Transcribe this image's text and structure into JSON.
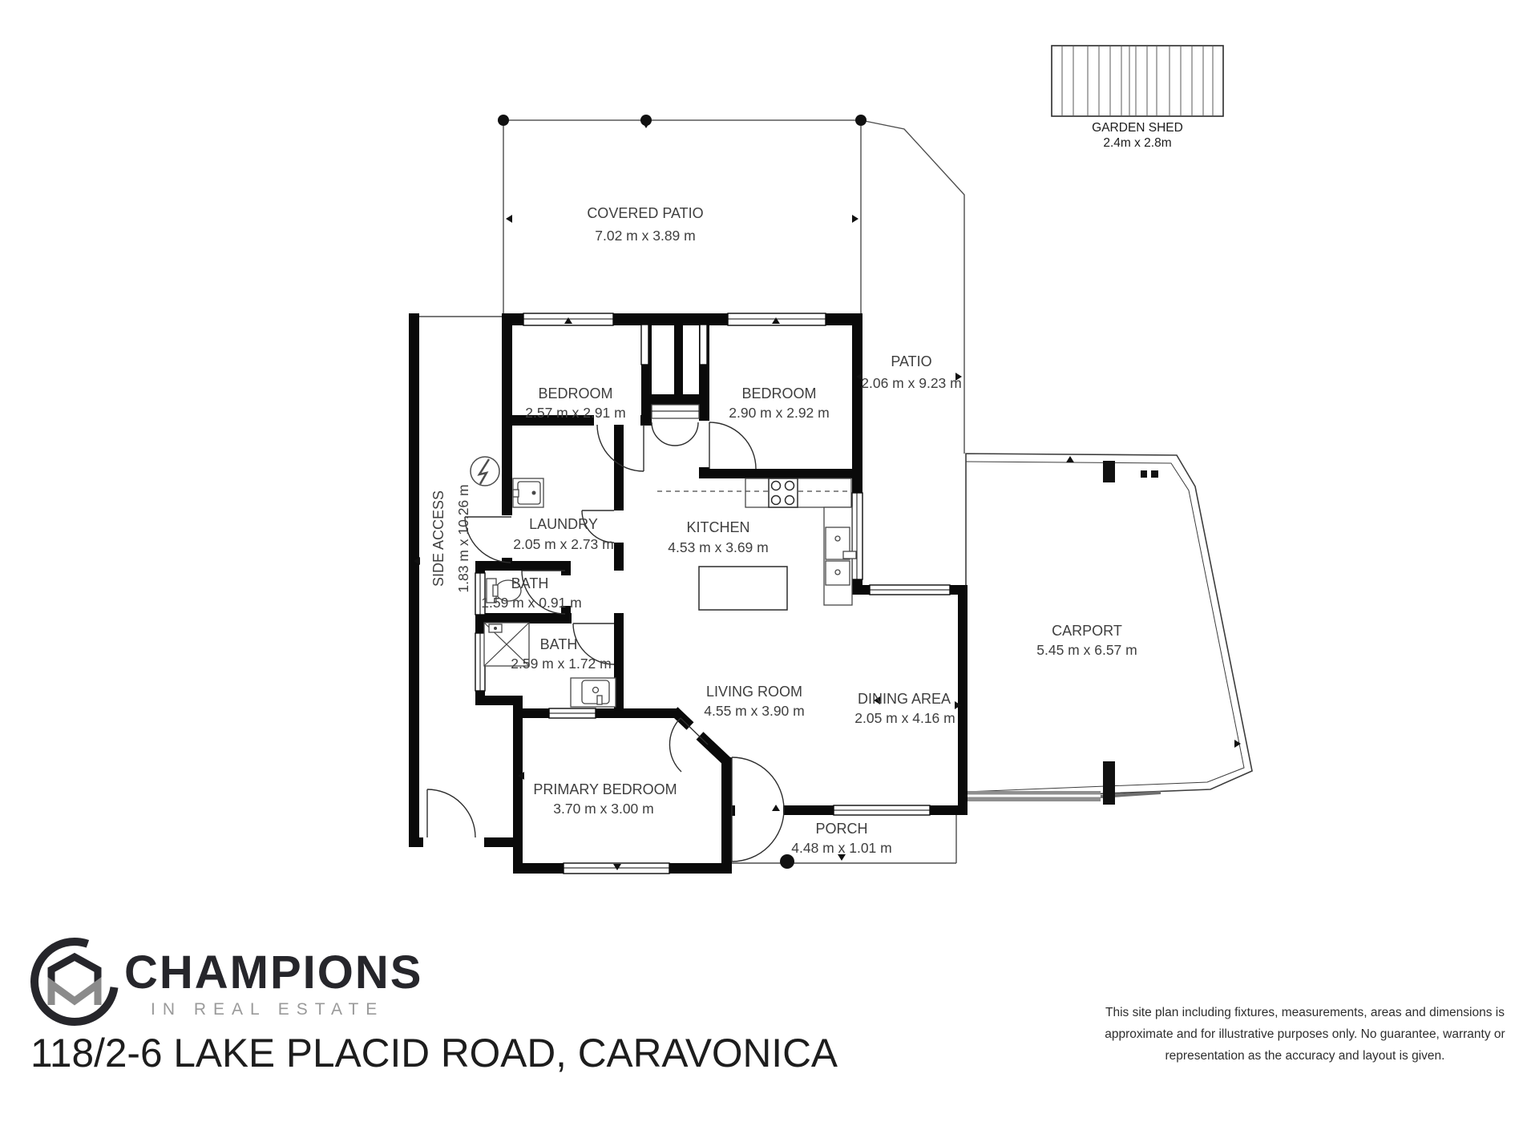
{
  "brand": {
    "name": "CHAMPIONS",
    "tagline": "IN REAL ESTATE"
  },
  "address": "118/2-6 LAKE PLACID ROAD, CARAVONICA",
  "disclaimer": [
    "This site plan including fixtures, measurements, areas and dimensions is",
    "approximate and for illustrative purposes only.  No guarantee, warranty or",
    "representation as the accuracy and layout is given."
  ],
  "shed": {
    "label": "GARDEN SHED",
    "dims": "2.4m x 2.8m"
  },
  "rooms": {
    "covered_patio": {
      "label": "COVERED PATIO",
      "dims": "7.02 m x 3.89 m"
    },
    "patio": {
      "label": "PATIO",
      "dims": "2.06 m x 9.23 m"
    },
    "bedroom_1": {
      "label": "BEDROOM",
      "dims": "2.57 m x 2.91 m"
    },
    "bedroom_2": {
      "label": "BEDROOM",
      "dims": "2.90 m x 2.92 m"
    },
    "side_access": {
      "label": "SIDE ACCESS",
      "dims": "1.83 m x 10.26 m"
    },
    "laundry": {
      "label": "LAUNDRY",
      "dims": "2.05 m x 2.73 m"
    },
    "bath_1": {
      "label": "BATH",
      "dims": "1.59 m x 0.91 m"
    },
    "bath_2": {
      "label": "BATH",
      "dims": "2.59 m x 1.72 m"
    },
    "kitchen": {
      "label": "KITCHEN",
      "dims": "4.53 m x 3.69 m"
    },
    "living_room": {
      "label": "LIVING ROOM",
      "dims": "4.55 m x 3.90 m"
    },
    "dining_area": {
      "label": "DINING AREA",
      "dims": "2.05 m x 4.16 m"
    },
    "carport": {
      "label": "CARPORT",
      "dims": "5.45 m x 6.57 m"
    },
    "primary_bedroom": {
      "label": "PRIMARY BEDROOM",
      "dims": "3.70 m x 3.00 m"
    },
    "porch": {
      "label": "PORCH",
      "dims": "4.48 m x 1.01 m"
    }
  },
  "colors": {
    "wall": "#0a0a0a",
    "label": "#3f3f3f",
    "brand_dark": "#26262b",
    "brand_gray": "#9a9a9a"
  }
}
